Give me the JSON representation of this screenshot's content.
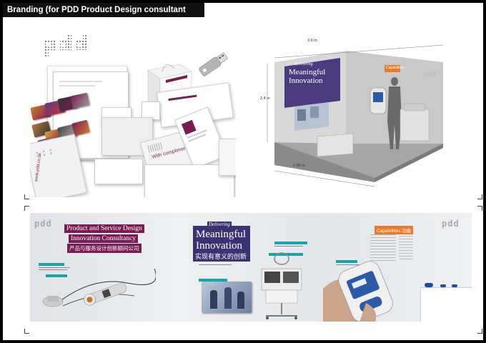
{
  "header": {
    "title": "Branding  (for PDD Product Design consultant agency)"
  },
  "brand": {
    "logo": "pdd"
  },
  "stationery": {
    "compliments": "With compliments",
    "url": "www.pdd.co.uk"
  },
  "exhibit": {
    "panel_top": "Delivering",
    "panel_main": "Meaningful Innovation",
    "capabilities": "Capabilities",
    "dim_width": "3.9 m",
    "dim_height": "2.4 m",
    "dim_depth": "2.95 m"
  },
  "panorama": {
    "banner_line1": "Product and Service Design",
    "banner_line2": "Innovation Consultancy",
    "banner_cn": "产品与服务设计创新顾问公司",
    "delivering": "Delivering",
    "meaningful": "Meaningful",
    "innovation": "Innovation",
    "cn_tagline": "实现有意义的创新",
    "capabilities": "Capabilities",
    "capabilities_cn": "功能"
  },
  "colors": {
    "purple": "#5a3a8a",
    "plum": "#7a1c54",
    "cyan": "#1aa3a8",
    "orange": "#e97a2b"
  }
}
